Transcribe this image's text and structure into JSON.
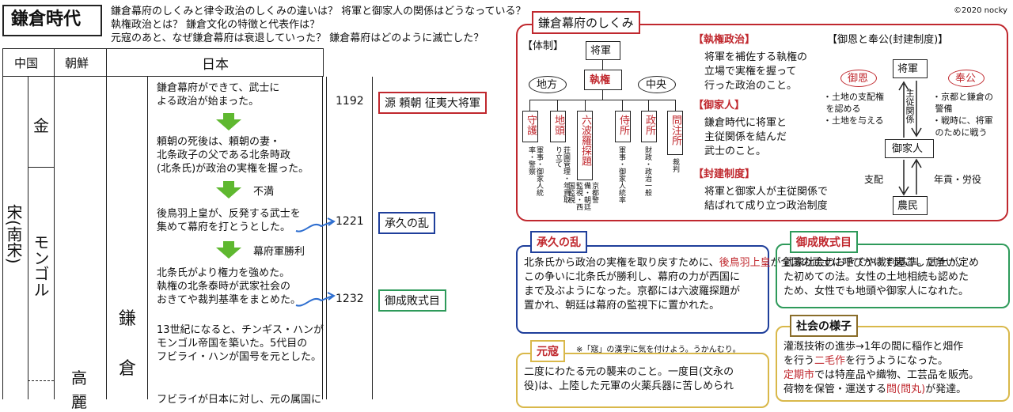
{
  "header": {
    "title": "鎌倉時代",
    "questions": [
      "鎌倉幕府のしくみと律令政治のしくみの違いは？ 将軍と御家人の関係はどうなっている？",
      "執権政治とは？ 鎌倉文化の特徴と代表作は？",
      "元寇のあと、なぜ鎌倉幕府は衰退していった？ 鎌倉幕府はどのように滅亡した？"
    ],
    "copyright": "©2020 nocky"
  },
  "table": {
    "col_china": "中国",
    "col_korea": "朝鮮",
    "col_japan": "日本",
    "china_jin": "金",
    "china_song": "宋(南宋)",
    "china_mongol": "モンゴル",
    "korea": "高",
    "korea2": "麗",
    "period": "鎌",
    "period2": "倉"
  },
  "timeline": {
    "e1": "鎌倉幕府ができて、武士に\nよる政治が始まった。",
    "y1": "1192",
    "tag1": "源 頼朝 征夷大将軍",
    "e2": "頼朝の死後は、頼朝の妻・\n北条政子の父である北条時政\n(北条氏)が政治の実権を握った。",
    "a2": "不満",
    "e3": "後鳥羽上皇が、反発する武士を\n集めて幕府を打とうとした。",
    "y3": "1221",
    "tag3": "承久の乱",
    "a3": "幕府軍勝利",
    "e4": "北条氏がより権力を強めた。\n執権の北条泰時が武家社会の\nおきてや裁判基準をまとめた。",
    "y4": "1232",
    "tag4": "御成敗式目",
    "e5": "13世紀になると、チンギス・ハンが\nモンゴル帝国を築いた。5代目の\nフビライ・ハンが国号を元とした。",
    "e6": "フビライが日本に対し、元の属国に"
  },
  "shikumi": {
    "title": "鎌倉幕府のしくみ",
    "taisei": "【体制】",
    "shogun": "将軍",
    "shikken": "執権",
    "chiho": "地方",
    "chuo": "中央",
    "offices": [
      "守護",
      "地頭",
      "六波羅探題",
      "侍所",
      "政所",
      "問注所"
    ],
    "office_notes": [
      "軍事・御家人統率・警察",
      "荘園管理・年貢取り立て",
      "京都警備・朝廷監視・西国監視",
      "軍事・御家人統率",
      "財政・政治一般",
      "裁判"
    ],
    "h_shikken": "【執権政治】",
    "d_shikken": "将軍を補佐する執権の\n立場で実権を握って\n行った政治のこと。",
    "h_gokenin": "【御家人】",
    "d_gokenin": "鎌倉時代に将軍と\n主従関係を結んだ\n武士のこと。",
    "h_hoken": "【封建制度】",
    "d_hoken": "将軍と御家人が主従関係で\n結ばれて成り立つ政治制度",
    "h_goon": "【御恩と奉公(封建制度)】",
    "goon": "御恩",
    "hoko": "奉公",
    "goon_items": "・土地の支配権\n を認める\n・土地を与える",
    "hoko_items": "・京都と鎌倉の\n 警備\n・戦時に、将軍\n のために戦う",
    "jujukankei": "主従関係",
    "gokenin": "御家人",
    "shihai": "支配",
    "nengu": "年貢・労役",
    "nomin": "農民"
  },
  "jokyu": {
    "title": "承久の乱",
    "body_a": "北条氏から政治の実権を取り戻すために、",
    "body_red": "後鳥羽上皇",
    "body_b": "が全国の武士に呼びかけて起こした争い。\nこの争いに北条氏が勝利し、幕府の力が西国に\nまで及ぶようになった。京都には六波羅探題が\n置かれ、朝廷は幕府の監視下に置かれた。"
  },
  "genko": {
    "title": "元寇",
    "note": "※「寇」の漢字に気を付けよう。うかんむり。",
    "body": "二度にわたる元の襲来のこと。一度目(文永の\n役)は、上陸した元軍の火薬兵器に苦しめられ"
  },
  "shikimoku": {
    "title": "御成敗式目",
    "body": "武家社会のおきてや裁判基準。武士が定め\nた初めての法。女性の土地相続も認めた\nため、女性でも地頭や御家人になれた。"
  },
  "shakai": {
    "title": "社会の様子",
    "l1": "灌漑技術の進歩→1年の間に稲作と畑作",
    "l2a": "を行う",
    "l2red": "二毛作",
    "l2b": "を行うようになった。",
    "l3red": "定期市",
    "l3b": "では特産品や織物、工芸品を販売。",
    "l4a": "荷物を保管・運送する",
    "l4red": "問(問丸)",
    "l4b": "が発達。"
  }
}
